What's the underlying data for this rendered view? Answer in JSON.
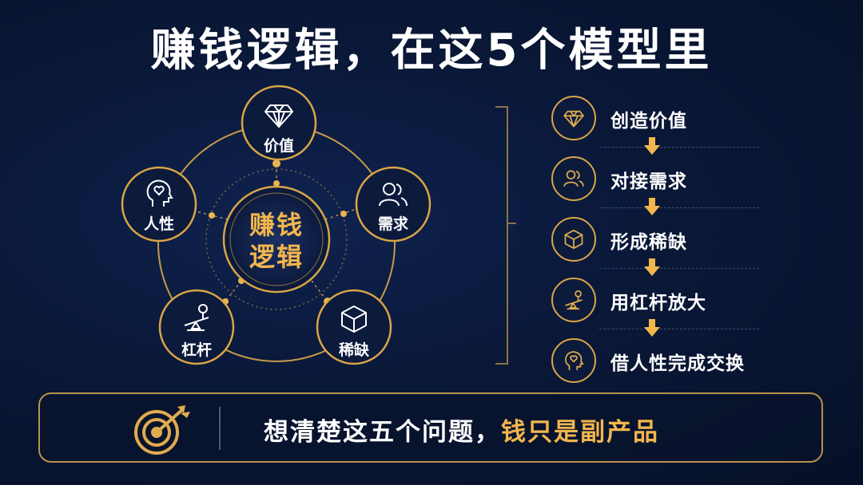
{
  "title": "赚钱逻辑，在这5个模型里",
  "hub": {
    "line1": "赚钱",
    "line2": "逻辑"
  },
  "nodes": [
    {
      "id": "value",
      "label": "价值",
      "icon": "diamond-icon"
    },
    {
      "id": "demand",
      "label": "需求",
      "icon": "users-icon"
    },
    {
      "id": "scarcity",
      "label": "稀缺",
      "icon": "cube-icon"
    },
    {
      "id": "leverage",
      "label": "杠杆",
      "icon": "lever-icon"
    },
    {
      "id": "human",
      "label": "人性",
      "icon": "head-heart-icon"
    }
  ],
  "steps": [
    {
      "label": "创造价值",
      "icon": "diamond-icon"
    },
    {
      "label": "对接需求",
      "icon": "users-icon"
    },
    {
      "label": "形成稀缺",
      "icon": "cube-icon"
    },
    {
      "label": "用杠杆放大",
      "icon": "lever-icon"
    },
    {
      "label": "借人性完成交换",
      "icon": "head-heart-icon"
    }
  ],
  "footer": {
    "text": "想清楚这五个问题，",
    "highlight": "钱只是副产品",
    "icon": "target-arrow-icon"
  },
  "colors": {
    "gold": "#d9a547",
    "accent": "#f2b64d",
    "background": "#0a1838"
  }
}
